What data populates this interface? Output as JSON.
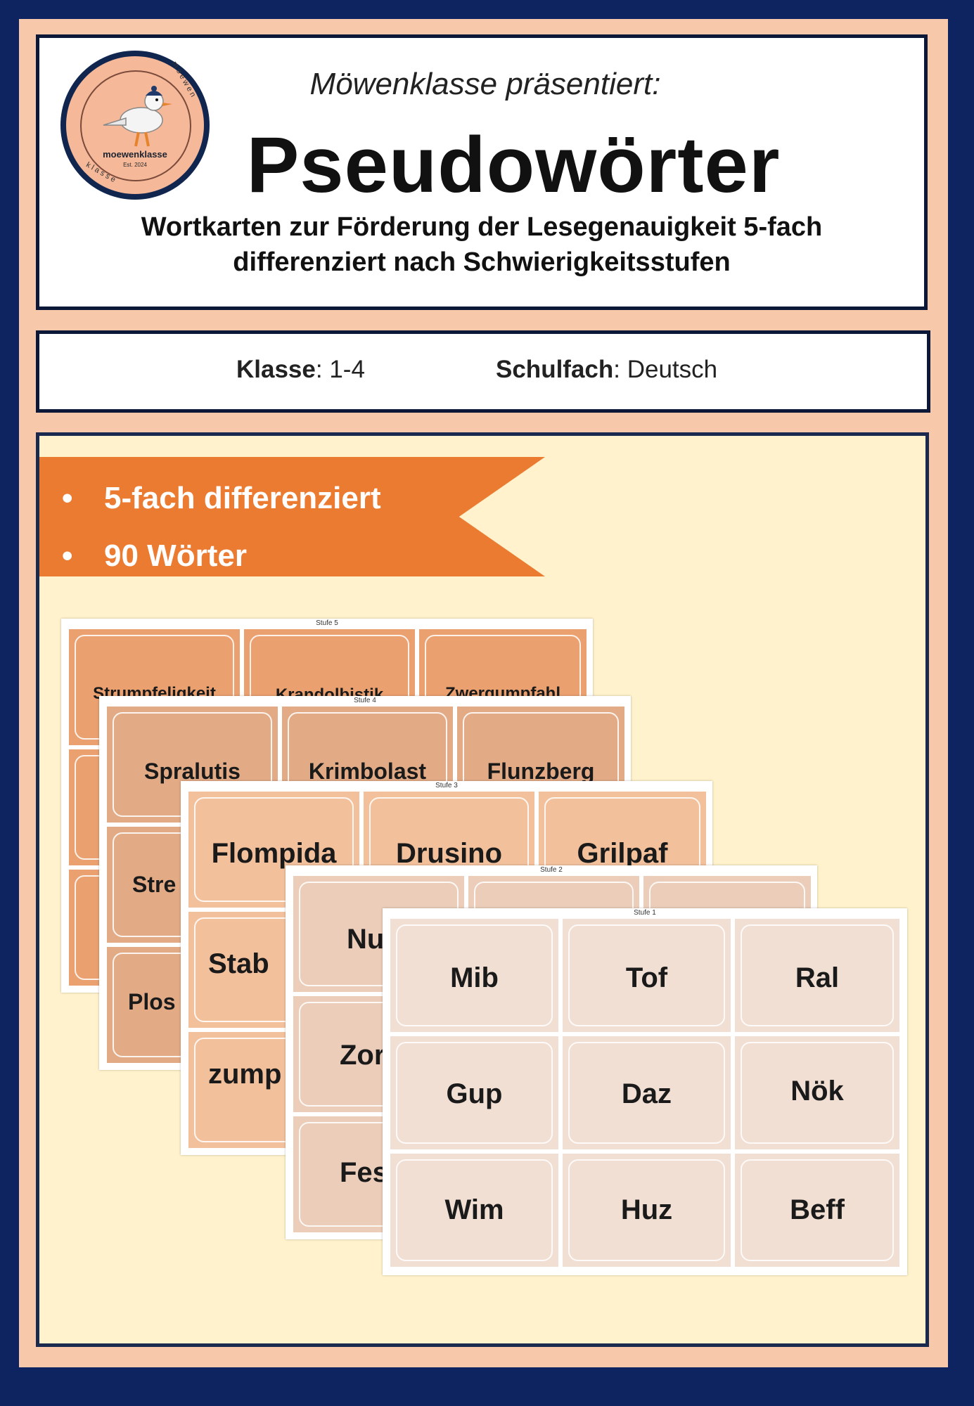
{
  "header": {
    "logo_name": "moewenklasse",
    "logo_est": "Est. 2024",
    "logo_arc_top": "moewen",
    "logo_arc_bottom": "klasse",
    "presenter": "Möwenklasse präsentiert:",
    "title": "Pseudowörter",
    "description_line1": "Wortkarten zur Förderung der Lesegenauigkeit 5-fach",
    "description_line2": "differenziert nach Schwierigkeitsstufen"
  },
  "info": {
    "grade_label": "Klasse",
    "grade_value": ": 1-4",
    "subject_label": "Schulfach",
    "subject_value": ": Deutsch"
  },
  "ribbon": {
    "bullet": "•",
    "item1": "5-fach differenziert",
    "item2": "90 Wörter",
    "color": "#ec7b32"
  },
  "sheets": {
    "s5": {
      "label": "Stufe 5",
      "w1": "Strumpfeligkeit",
      "w2": "Krandolbistik",
      "w3": "Zwergumpfahl",
      "color": "#eba06f"
    },
    "s4": {
      "label": "Stufe 4",
      "w1": "Spralutis",
      "w2": "Krimbolast",
      "w3": "Flunzberg",
      "w4": "Stre",
      "w5": "Plos",
      "color": "#e2ab86"
    },
    "s3": {
      "label": "Stufe 3",
      "w1": "Flompida",
      "w2": "Drusino",
      "w3": "Grilpaf",
      "w4": "Stab",
      "w5": "zump",
      "color": "#f3c09c"
    },
    "s2": {
      "label": "Stufe 2",
      "w1": "Nu",
      "w2": "Zor",
      "w3": "Fes",
      "color": "#ebcdb9"
    },
    "s1": {
      "label": "Stufe 1",
      "words": [
        "Mib",
        "Tof",
        "Ral",
        "Gup",
        "Daz",
        "Nök",
        "Wim",
        "Huz",
        "Beff"
      ],
      "color": "#f2dfd3"
    }
  }
}
